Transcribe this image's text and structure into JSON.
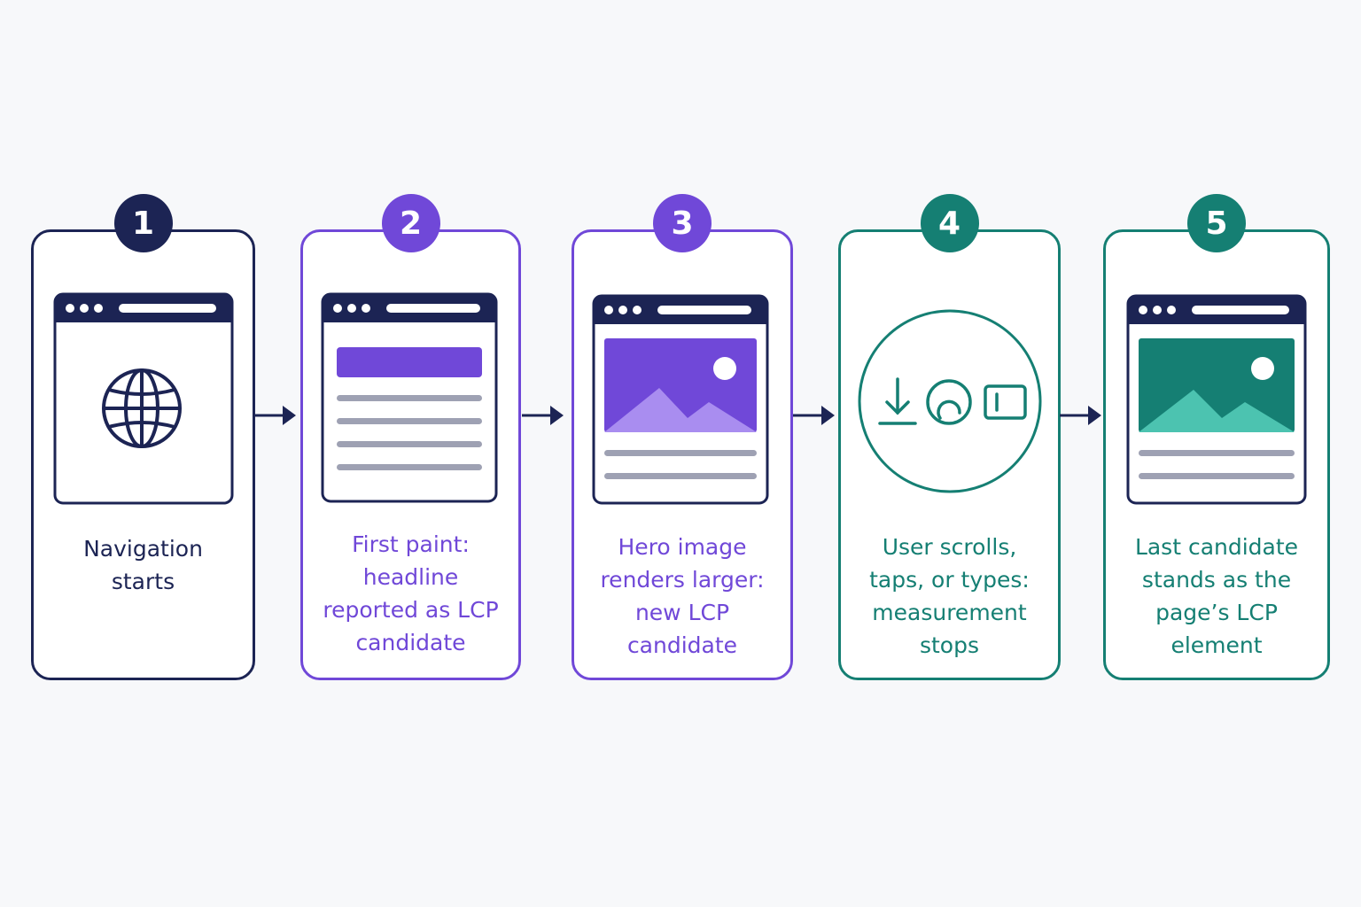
{
  "colors": {
    "navy": "#1c2454",
    "purple": "#7048d8",
    "purple_light": "#a98df0",
    "teal": "#157f73",
    "teal_light": "#4cc3b0",
    "line_gray": "#9ea1b3"
  },
  "steps": [
    {
      "number": "1",
      "caption": "Navigation starts",
      "color": "navy",
      "icon": "browser-window-globe-icon"
    },
    {
      "number": "2",
      "caption": "First paint: headline reported as LCP candidate",
      "color": "purple",
      "icon": "browser-window-headline-icon"
    },
    {
      "number": "3",
      "caption": "Hero image renders larger: new LCP candidate",
      "color": "purple",
      "icon": "browser-window-hero-image-icon"
    },
    {
      "number": "4",
      "caption": "User scrolls, taps, or types: measurement stops",
      "color": "teal",
      "icon": "user-input-scroll-tap-type-icon"
    },
    {
      "number": "5",
      "caption": "Last candidate stands as the page’s LCP element",
      "color": "teal",
      "icon": "browser-window-final-image-icon"
    }
  ],
  "connectors": [
    "arrow-right-icon",
    "arrow-right-icon",
    "arrow-right-icon",
    "arrow-right-icon"
  ]
}
